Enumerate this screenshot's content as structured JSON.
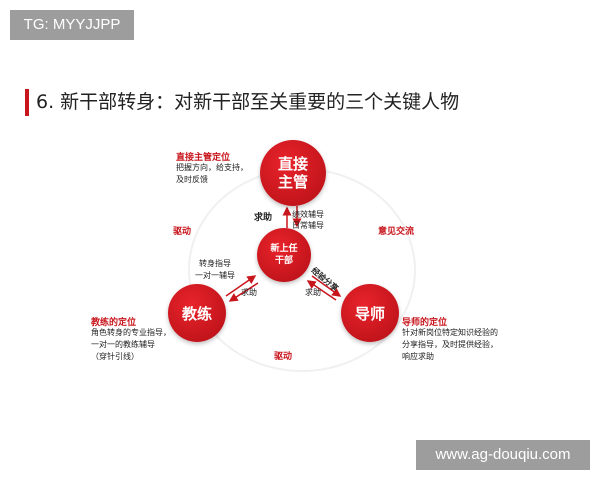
{
  "tag": "TG: MYYJJPP",
  "title": "6. 新干部转身：对新干部至关重要的三个关键人物",
  "nodes": {
    "top": "直接主管",
    "center": "新上任干部",
    "left": "教练",
    "right": "导师"
  },
  "top_info": {
    "heading": "直接主管定位",
    "line1": "把握方向，给支持，",
    "line2": "及时反馈"
  },
  "left_info": {
    "heading": "教练的定位",
    "line1": "角色转身的专业指导，",
    "line2": "一对一的教练辅导",
    "line3": "（穿针引线）"
  },
  "right_info": {
    "heading": "导师的定位",
    "line1": "针对新岗位特定知识经验的",
    "line2": "分享指导，及时提供经验，",
    "line3": "响应求助"
  },
  "edges": {
    "top_up": "求助",
    "top_down1": "绩效辅导",
    "top_down2": "日常辅导",
    "left_out1": "转身指导",
    "left_out2": "一对一辅导",
    "left_in": "求助",
    "right_out": "经验分享",
    "right_in": "求助"
  },
  "ring_labels": {
    "left": "驱动",
    "right": "意见交流",
    "bottom": "驱动"
  },
  "watermark": "www.ag-douqiu.com",
  "colors": {
    "accent": "#c8161d"
  }
}
